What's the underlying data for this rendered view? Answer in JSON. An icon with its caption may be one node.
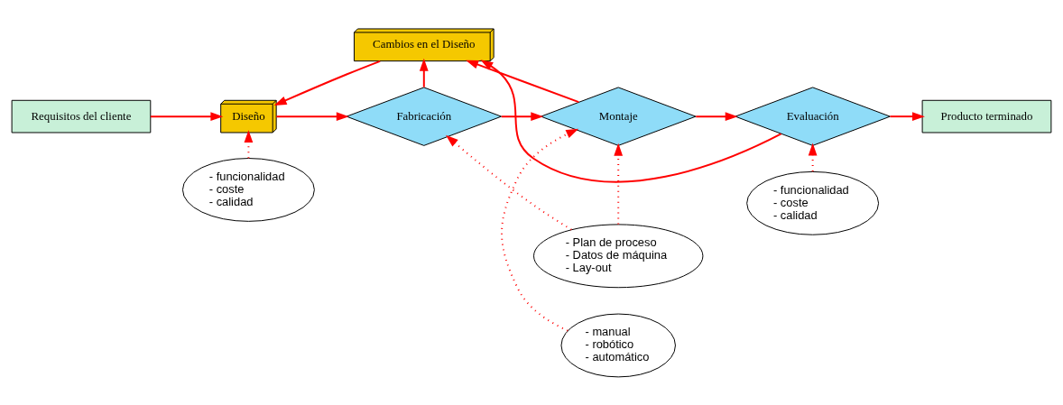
{
  "diagram": {
    "nodes": [
      {
        "text": [
          "Requisitos del cliente"
        ]
      },
      {
        "text": [
          "Cambios en el Diseño"
        ]
      },
      {
        "text": [
          "Diseño"
        ]
      },
      {
        "text": [
          "Fabricación"
        ]
      },
      {
        "text": [
          "Montaje"
        ]
      },
      {
        "text": [
          "Evaluación"
        ]
      },
      {
        "text": [
          "Producto terminado"
        ]
      },
      {
        "text": [
          "- funcionalidad",
          "- coste",
          "- calidad"
        ]
      },
      {
        "text": [
          "- Plan de proceso",
          "- Datos de máquina",
          "- Lay-out"
        ]
      },
      {
        "text": [
          "- manual",
          "- robótico",
          "- automático"
        ]
      },
      {
        "text": [
          "- funcionalidad",
          "- coste",
          "- calidad"
        ]
      }
    ],
    "edges": [
      {
        "from": 0,
        "to": 2,
        "arrow": "to"
      },
      {
        "from": 2,
        "to": 3,
        "arrow": "to"
      },
      {
        "from": 3,
        "to": 4,
        "arrow": "to"
      },
      {
        "from": 4,
        "to": 5,
        "arrow": "to"
      },
      {
        "from": 5,
        "to": 6,
        "arrow": "to"
      },
      {
        "from": 3,
        "to": 1,
        "arrow": "to"
      },
      {
        "from": 4,
        "to": 1,
        "arrow": "to"
      },
      {
        "from": 5,
        "to": 1,
        "arrow": "to"
      },
      {
        "from": 1,
        "to": 2,
        "arrow": "to"
      },
      {
        "from": 7,
        "to": 2,
        "arrow": "to",
        "style": "dashed"
      },
      {
        "from": 8,
        "to": 3,
        "arrow": "to",
        "style": "dashed"
      },
      {
        "from": 8,
        "to": 4,
        "arrow": "to",
        "style": "dashed"
      },
      {
        "from": 9,
        "to": 4,
        "arrow": "to",
        "style": "dashed"
      },
      {
        "from": 10,
        "to": 5,
        "arrow": "to",
        "style": "dashed"
      }
    ]
  }
}
